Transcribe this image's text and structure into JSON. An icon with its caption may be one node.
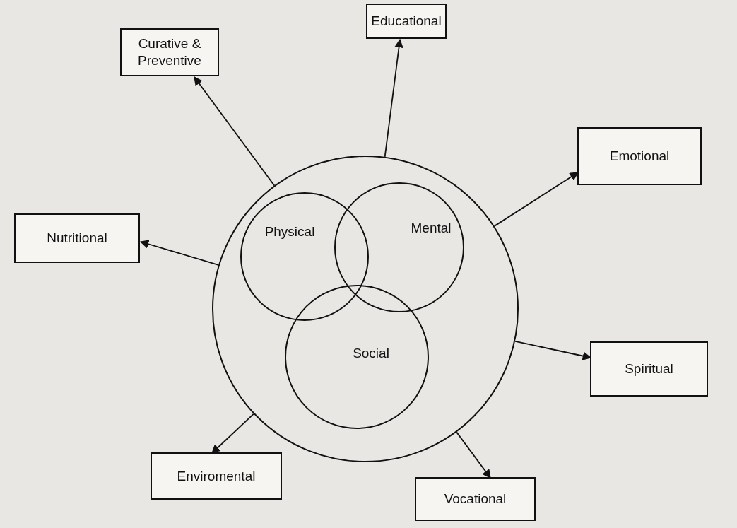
{
  "diagram": {
    "nodes": [
      {
        "text": [],
        "shape": "circle"
      },
      {
        "text": [
          "Physical"
        ],
        "in": 0
      },
      {
        "text": [
          "Mental"
        ],
        "in": 0
      },
      {
        "text": [
          "Social"
        ],
        "in": 0
      },
      {
        "text": [
          "Curative & Preventive"
        ]
      },
      {
        "text": [
          "Educational"
        ]
      },
      {
        "text": [
          "Emotional"
        ]
      },
      {
        "text": [
          "Nutritional"
        ]
      },
      {
        "text": [
          "Spiritual"
        ]
      },
      {
        "text": [
          "Enviromental"
        ]
      },
      {
        "text": [
          "Vocational"
        ]
      }
    ],
    "edges": [
      {
        "from": 0,
        "to": 4,
        "arrow": "to"
      },
      {
        "from": 0,
        "to": 5,
        "arrow": "to"
      },
      {
        "from": 0,
        "to": 6,
        "arrow": "to"
      },
      {
        "from": 0,
        "to": 7,
        "arrow": "to"
      },
      {
        "from": 0,
        "to": 8,
        "arrow": "to"
      },
      {
        "from": 0,
        "to": 9,
        "arrow": "to"
      },
      {
        "from": 0,
        "to": 10,
        "arrow": "to"
      }
    ]
  }
}
